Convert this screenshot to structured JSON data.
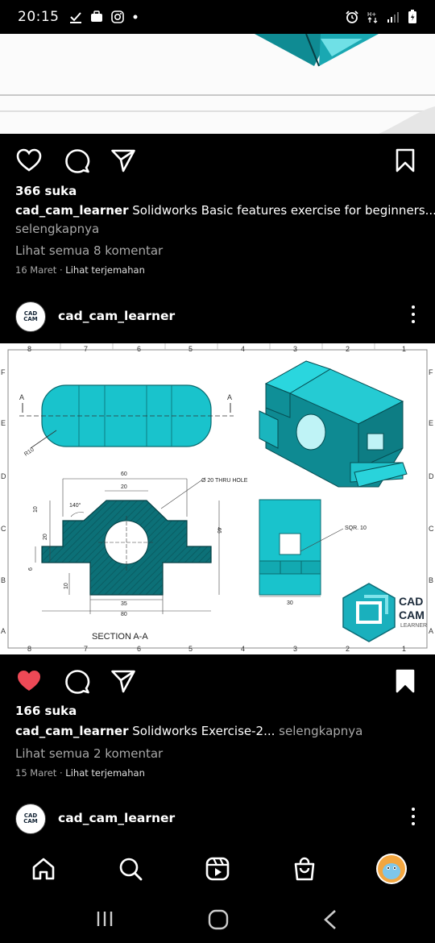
{
  "status": {
    "time": "20:15",
    "left_icons": [
      "check-download-icon",
      "briefcase-icon",
      "instagram-icon",
      "dot-icon"
    ],
    "right_icons": [
      "alarm-icon",
      "network-hplus-icon",
      "signal-icon",
      "battery-icon"
    ]
  },
  "post1": {
    "likes": "366 suka",
    "username": "cad_cam_learner",
    "caption": "Solidworks Basic features exercise for beginners...",
    "more": "selengkapnya",
    "view_comments": "Lihat semua 8 komentar",
    "date": "16 Maret",
    "translate": "Lihat terjemahan",
    "liked": false
  },
  "post2": {
    "username": "cad_cam_learner",
    "avatar_text": [
      "CAD",
      "CAM"
    ],
    "likes": "166 suka",
    "caption": "Solidworks Exercise-2...",
    "more": "selengkapnya",
    "view_comments": "Lihat semua 2 komentar",
    "date": "15 Maret",
    "translate": "Lihat terjemahan",
    "liked": true
  },
  "drawing": {
    "top_scale": [
      "8",
      "7",
      "6",
      "5",
      "4",
      "3",
      "2",
      "1"
    ],
    "side_scale": [
      "F",
      "E",
      "D",
      "C",
      "B",
      "A"
    ],
    "section_marker": "A",
    "radius_label": "R10",
    "hole_label": "Ø 20 THRU HOLE",
    "angle_label": "140°",
    "sqr_label": "SQR. 10",
    "section_title": "SECTION A-A",
    "dims": [
      "60",
      "20",
      "10",
      "20",
      "6",
      "10",
      "46",
      "35",
      "80",
      "30"
    ],
    "logo_line1": "CAD",
    "logo_line2": "CAM",
    "logo_line3": "LEARNER"
  },
  "post3": {
    "username": "cad_cam_learner"
  },
  "bottom_nav": [
    "home-icon",
    "search-icon",
    "reels-icon",
    "shop-icon",
    "profile-avatar"
  ],
  "colors": {
    "teal": "#19b4bf",
    "teal_dark": "#0d7f86",
    "like_red": "#ed4956"
  }
}
